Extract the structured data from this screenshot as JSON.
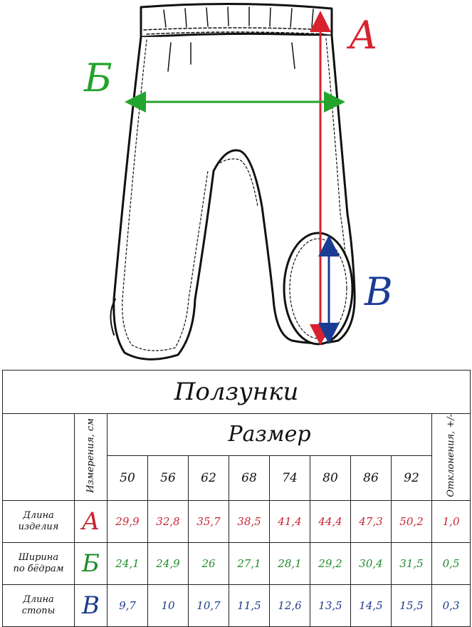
{
  "diagram": {
    "label_a": "А",
    "label_b": "Б",
    "label_v": "В",
    "colors": {
      "a": "#d8232f",
      "b": "#23a42d",
      "v": "#1b3c94",
      "outline": "#111111"
    }
  },
  "table": {
    "title": "Ползунки",
    "measure_header": "Измерения, см",
    "size_header": "Размер",
    "tolerance_header": "Отклонения, +/-",
    "sizes": [
      "50",
      "56",
      "62",
      "68",
      "74",
      "80",
      "86",
      "92"
    ],
    "rows": [
      {
        "label_line1": "Длина",
        "label_line2": "изделия",
        "letter": "А",
        "values": [
          "29,9",
          "32,8",
          "35,7",
          "38,5",
          "41,4",
          "44,4",
          "47,3",
          "50,2"
        ],
        "tolerance": "1,0"
      },
      {
        "label_line1": "Ширина",
        "label_line2": "по бёдрам",
        "letter": "Б",
        "values": [
          "24,1",
          "24,9",
          "26",
          "27,1",
          "28,1",
          "29,2",
          "30,4",
          "31,5"
        ],
        "tolerance": "0,5"
      },
      {
        "label_line1": "Длина",
        "label_line2": "стопы",
        "letter": "В",
        "values": [
          "9,7",
          "10",
          "10,7",
          "11,5",
          "12,6",
          "13,5",
          "14,5",
          "15,5"
        ],
        "tolerance": "0,3"
      }
    ]
  }
}
